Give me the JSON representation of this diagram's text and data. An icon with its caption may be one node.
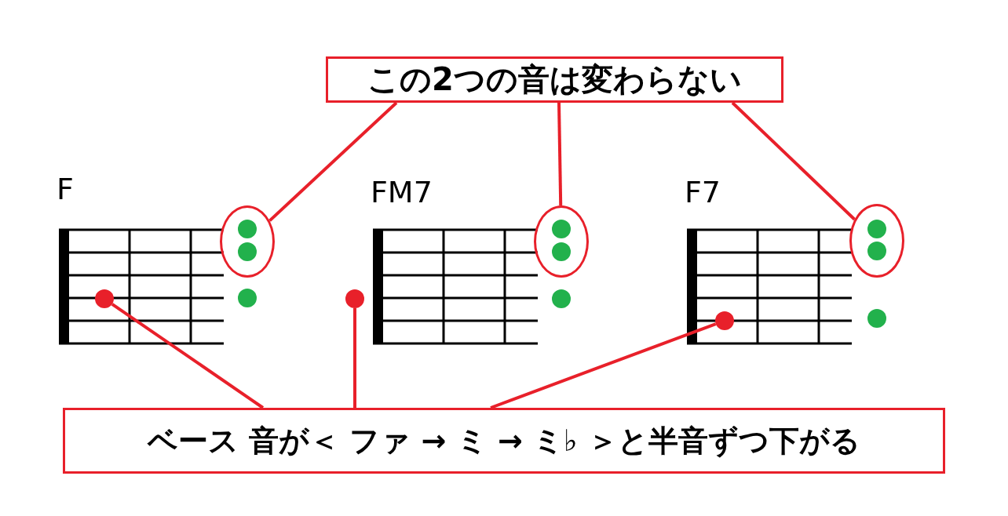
{
  "diagram": {
    "nodes": [
      {
        "text": [
          "この2つの音は変わらない"
        ]
      },
      {
        "text": [],
        "shape": "ellipse"
      },
      {
        "text": [],
        "shape": "ellipse"
      },
      {
        "text": [],
        "shape": "ellipse"
      },
      {
        "text": [],
        "shape": "circle"
      },
      {
        "text": [],
        "shape": "circle"
      },
      {
        "text": [],
        "shape": "circle"
      },
      {
        "text": [
          "ベース 音が＜ ファ → ミ → ミ♭ ＞と半音ずつ下がる"
        ]
      }
    ],
    "edges": [
      {
        "from": 0,
        "to": 1,
        "arrow": "none"
      },
      {
        "from": 0,
        "to": 2,
        "arrow": "none"
      },
      {
        "from": 0,
        "to": 3,
        "arrow": "none"
      },
      {
        "from": 7,
        "to": 4,
        "arrow": "none"
      },
      {
        "from": 7,
        "to": 5,
        "arrow": "none"
      },
      {
        "from": 7,
        "to": 6,
        "arrow": "none"
      }
    ],
    "labels": [
      "F",
      "FM7",
      "F7"
    ]
  }
}
